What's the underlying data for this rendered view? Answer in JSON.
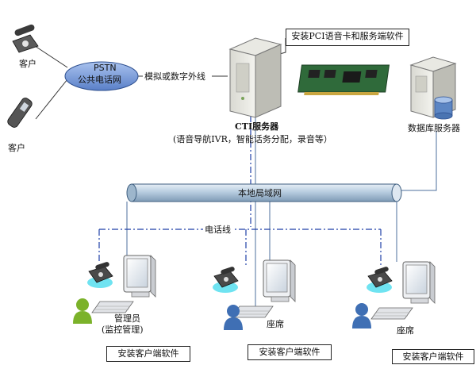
{
  "customers": [
    {
      "label": "客户"
    },
    {
      "label": "客户"
    }
  ],
  "pstn": {
    "line1": "PSTN",
    "line2": "公共电话网"
  },
  "trunk_label": "模拟或数字外线",
  "cti_card_callout": "安装PCI语音卡和服务端软件",
  "cti_server": {
    "label": "CTI服务器",
    "functions": "(语音导航IVR，智能话务分配，录音等）"
  },
  "db_server": {
    "label": "数据库服务器"
  },
  "lan_label": "本地局域网",
  "phone_line_label": "电话线",
  "workstations": [
    {
      "role_line1": "管理员",
      "role_line2": "(监控管理)",
      "software": "安装客户端软件"
    },
    {
      "role_line1": "座席",
      "role_line2": "",
      "software": "安装客户端软件"
    },
    {
      "role_line1": "座席",
      "role_line2": "",
      "software": "安装客户端软件"
    }
  ],
  "colors": {
    "lan_pipe": "#b3cbe0",
    "phone_line": "#1f3fa8",
    "pstn_cloud": "#6f93d8",
    "agent_head": "#3f6fb4",
    "admin_head": "#7bb22a"
  }
}
